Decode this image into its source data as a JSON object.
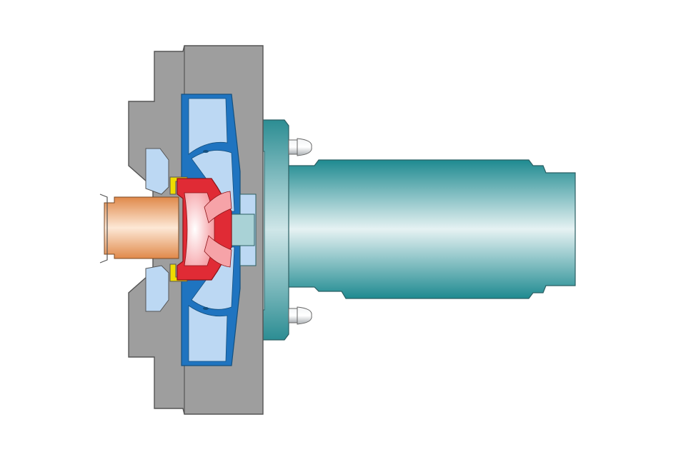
{
  "diagram": {
    "kind": "pump-cross-section",
    "components": [
      {
        "id": "outer-housing",
        "label": ""
      },
      {
        "id": "front-cover",
        "label": ""
      },
      {
        "id": "volute-casing",
        "label": ""
      },
      {
        "id": "impeller",
        "label": ""
      },
      {
        "id": "wear-ring",
        "label": ""
      },
      {
        "id": "suction-pipe",
        "label": ""
      },
      {
        "id": "motor-flange",
        "label": ""
      },
      {
        "id": "motor-body",
        "label": ""
      },
      {
        "id": "shaft-coupling",
        "label": ""
      },
      {
        "id": "bolt",
        "label": ""
      }
    ],
    "colors": {
      "housing": "#9e9e9e",
      "housing_outline": "#555555",
      "volute": "#1f74c0",
      "fluid": "#bcd8f3",
      "impeller": "#e02b35",
      "impeller_light": "#f6a3a8",
      "wear_ring": "#f0dc00",
      "suction_dark": "#e0894a",
      "suction_light": "#fde8d6",
      "motor_dark": "#1e8a90",
      "motor_light": "#e6f2f3",
      "flange": "#2c8d93",
      "bolt": "#cfd3d6"
    }
  }
}
